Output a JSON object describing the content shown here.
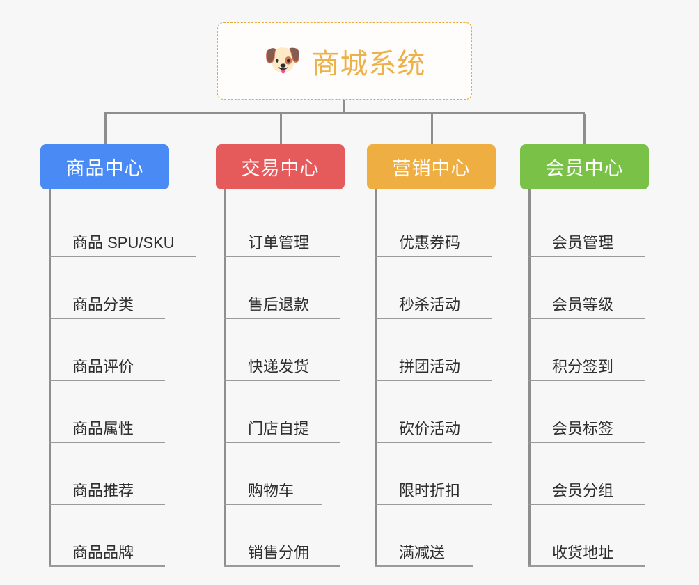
{
  "root": {
    "emoji": "🐶",
    "emoji_name": "shiba-dog-face-emoji",
    "title": "商城系统"
  },
  "theme": {
    "background": "#f7f7f7",
    "root_border": "#e8a83a",
    "root_text": "#edb14a",
    "connector": "#8e8e8e",
    "underline": "#9a9a9a",
    "leaf_text": "#2f2f2f"
  },
  "columns": [
    {
      "id": "product-center",
      "label": "商品中心",
      "color": "#4a8af4",
      "items": [
        {
          "label": "商品 SPU/SKU",
          "width": "w-xl"
        },
        {
          "label": "商品分类",
          "width": "w-lg"
        },
        {
          "label": "商品评价",
          "width": "w-lg"
        },
        {
          "label": "商品属性",
          "width": "w-lg"
        },
        {
          "label": "商品推荐",
          "width": "w-lg"
        },
        {
          "label": "商品品牌",
          "width": "w-lg"
        }
      ]
    },
    {
      "id": "trade-center",
      "label": "交易中心",
      "color": "#e55b5b",
      "items": [
        {
          "label": "订单管理",
          "width": "w-lg"
        },
        {
          "label": "售后退款",
          "width": "w-lg"
        },
        {
          "label": "快递发货",
          "width": "w-lg"
        },
        {
          "label": "门店自提",
          "width": "w-lg"
        },
        {
          "label": "购物车",
          "width": "w-md"
        },
        {
          "label": "销售分佣",
          "width": "w-lg"
        }
      ]
    },
    {
      "id": "marketing-center",
      "label": "营销中心",
      "color": "#eeae42",
      "items": [
        {
          "label": "优惠券码",
          "width": "w-lg"
        },
        {
          "label": "秒杀活动",
          "width": "w-lg"
        },
        {
          "label": "拼团活动",
          "width": "w-lg"
        },
        {
          "label": "砍价活动",
          "width": "w-lg"
        },
        {
          "label": "限时折扣",
          "width": "w-lg"
        },
        {
          "label": "满减送",
          "width": "w-md"
        }
      ]
    },
    {
      "id": "member-center",
      "label": "会员中心",
      "color": "#79c247",
      "items": [
        {
          "label": "会员管理",
          "width": "w-lg"
        },
        {
          "label": "会员等级",
          "width": "w-lg"
        },
        {
          "label": "积分签到",
          "width": "w-lg"
        },
        {
          "label": "会员标签",
          "width": "w-lg"
        },
        {
          "label": "会员分组",
          "width": "w-lg"
        },
        {
          "label": "收货地址",
          "width": "w-lg"
        }
      ]
    }
  ]
}
